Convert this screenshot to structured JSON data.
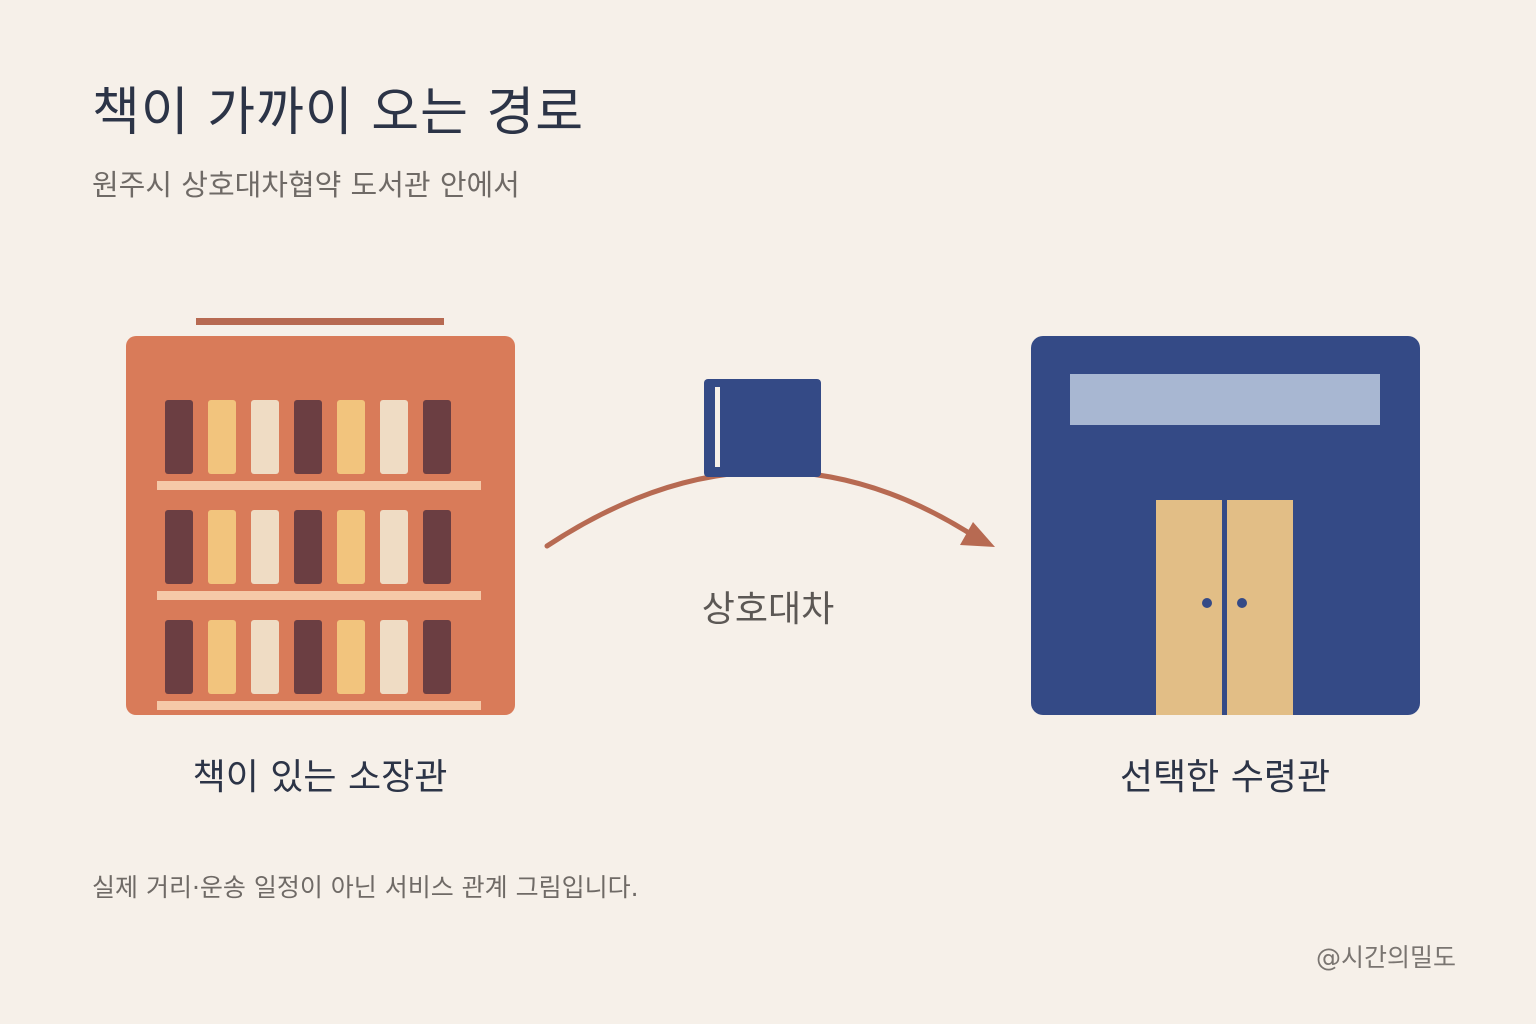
{
  "title": "책이 가까이 오는 경로",
  "subtitle": "원주시 상호대차협약 도서관 안에서",
  "nodes": {
    "origin": {
      "label": "책이 있는 소장관"
    },
    "destination": {
      "label": "선택한 수령관"
    }
  },
  "edge": {
    "label": "상호대차"
  },
  "footnote": "실제 거리·운송 일정이 아닌 서비스 관계 그림입니다.",
  "credit": "@시간의밀도",
  "colors": {
    "background": "#f6f0e9",
    "origin_library": "#d97b59",
    "destination_library": "#344a86",
    "arrow": "#b76a52",
    "book": "#344a86",
    "door": "#e2be86"
  }
}
